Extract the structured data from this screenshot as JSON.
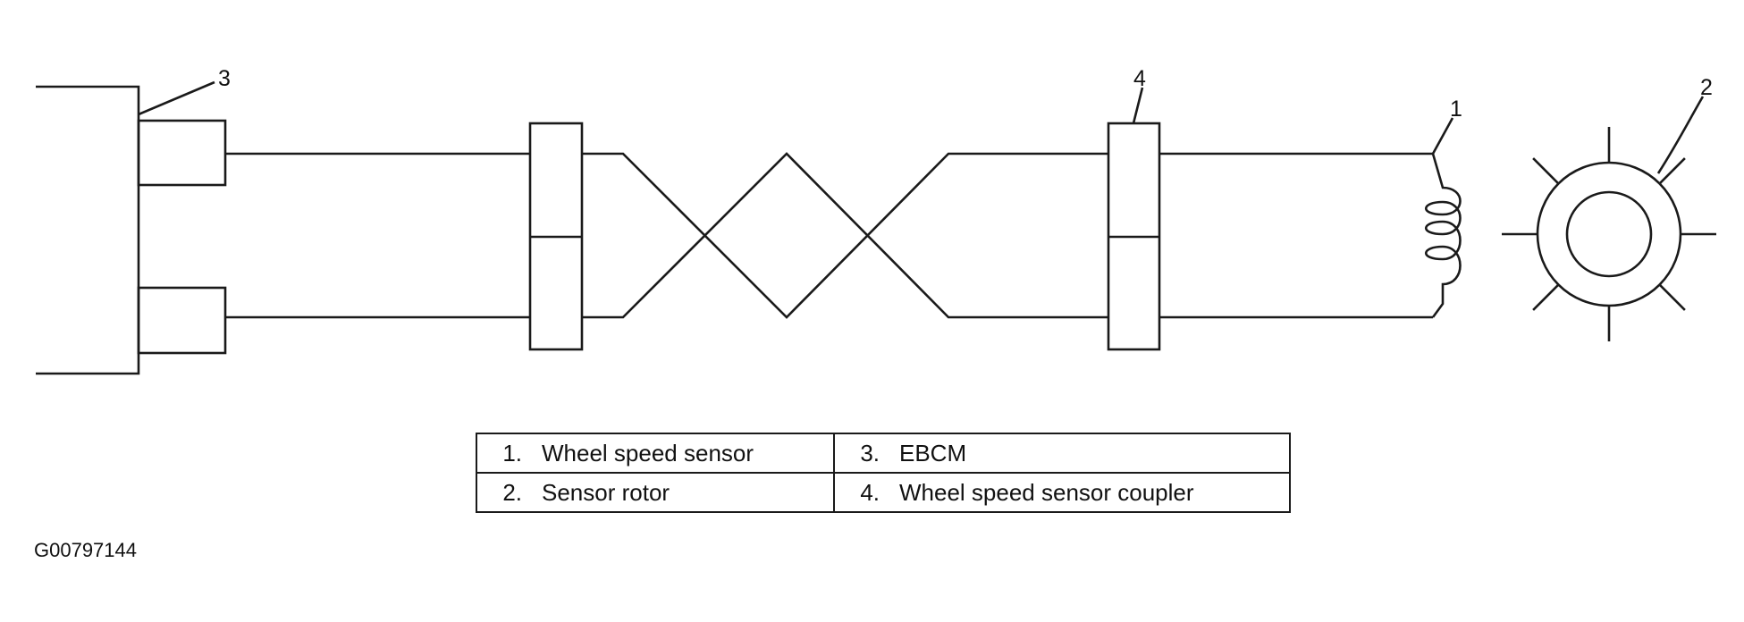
{
  "callouts": {
    "one": "1",
    "two": "2",
    "three": "3",
    "four": "4"
  },
  "legend": {
    "rows": [
      [
        {
          "num": "1.",
          "label": "Wheel speed sensor"
        },
        {
          "num": "3.",
          "label": "EBCM"
        }
      ],
      [
        {
          "num": "2.",
          "label": "Sensor rotor"
        },
        {
          "num": "4.",
          "label": "Wheel speed sensor coupler"
        }
      ]
    ]
  },
  "figure_id": "G00797144"
}
